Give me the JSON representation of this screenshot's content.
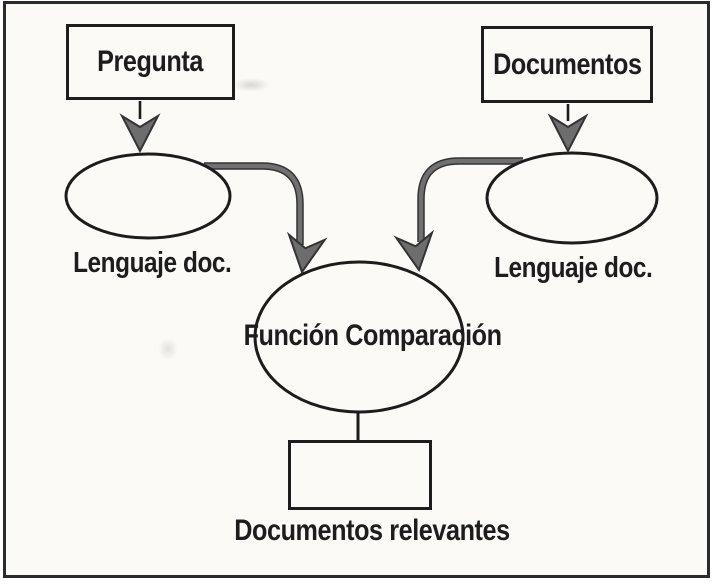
{
  "figure": {
    "type": "flow-diagram",
    "background": "#fbfaf7",
    "frame_color": "#2b2b2b",
    "line_color": "#1c1c1c",
    "arrow_fill": "#6d6d6d",
    "arrow_outline": "#333333",
    "text_color": "#1d1d1d"
  },
  "nodes": {
    "pregunta": "Pregunta",
    "documentos": "Documentos",
    "lenguaje_doc_left": "Lenguaje doc.",
    "lenguaje_doc_right": "Lenguaje doc.",
    "funcion_comparacion": "Función Comparación",
    "documentos_relevantes": "Documentos relevantes"
  },
  "edges": [
    {
      "from": "pregunta",
      "to": "lenguaje_doc_left",
      "style": "straight-arrow"
    },
    {
      "from": "documentos",
      "to": "lenguaje_doc_right",
      "style": "straight-arrow"
    },
    {
      "from": "lenguaje_doc_left",
      "to": "funcion_comparacion",
      "style": "curved-thick-arrow"
    },
    {
      "from": "lenguaje_doc_right",
      "to": "funcion_comparacion",
      "style": "curved-thick-arrow"
    },
    {
      "from": "funcion_comparacion",
      "to": "documentos_relevantes",
      "style": "plain-line"
    }
  ]
}
